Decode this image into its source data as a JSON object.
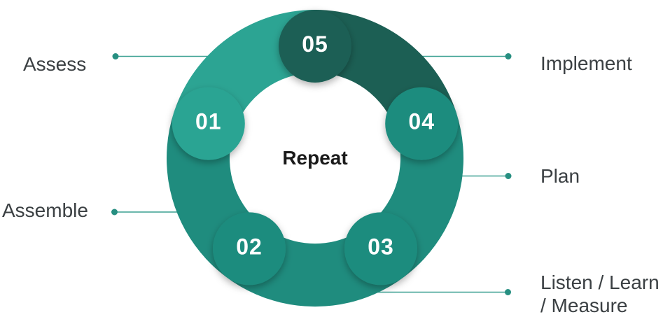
{
  "diagram": {
    "center_label": "Repeat",
    "steps": [
      {
        "number": "01",
        "label": "Assess"
      },
      {
        "number": "02",
        "label": "Assemble"
      },
      {
        "number": "03",
        "label": "Listen / Learn / Measure"
      },
      {
        "number": "04",
        "label": "Plan"
      },
      {
        "number": "05",
        "label": "Implement"
      }
    ],
    "colors": {
      "segment_light": "#2CA493",
      "segment_medium": "#1F8C7E",
      "segment_dark": "#1C5F54",
      "leader_line": "#3AA091",
      "leader_dot": "#278F81",
      "label_text": "#3B4043",
      "number_text": "#FFFFFF",
      "center_text": "#1A1A1A",
      "background": "#FFFFFF"
    }
  }
}
